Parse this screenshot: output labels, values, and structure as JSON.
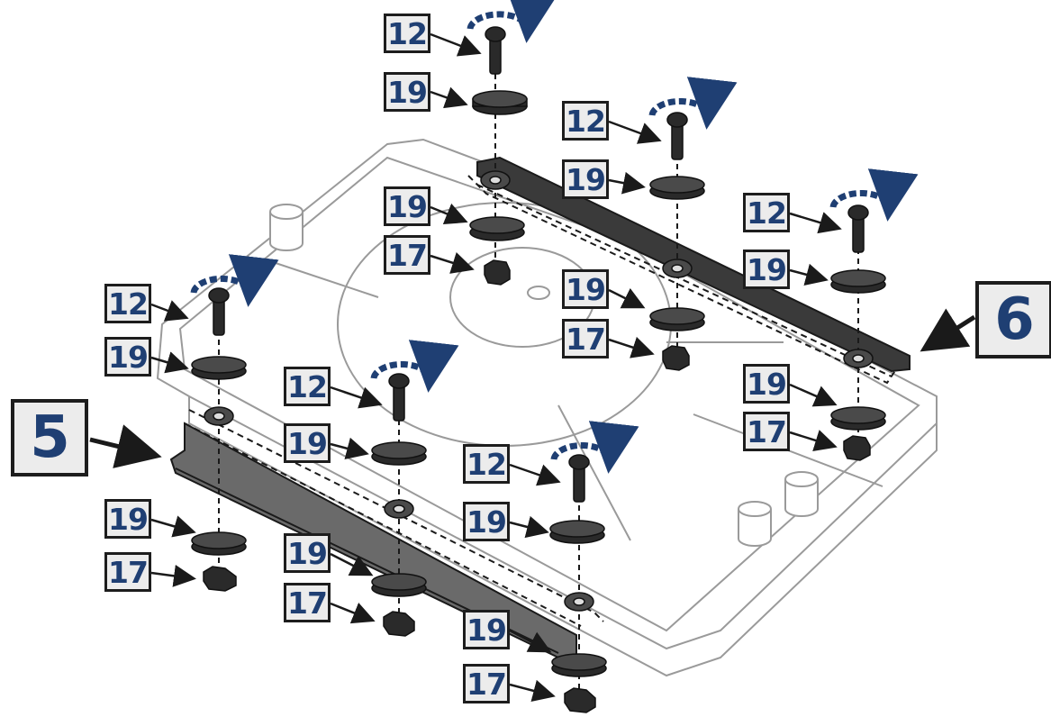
{
  "callouts": {
    "big_left": "5",
    "big_right": "6",
    "screw": "12",
    "washer": "19",
    "nut": "17"
  },
  "colors": {
    "label_text": "#1f3f73",
    "label_bg": "#ececec",
    "arrow_blue": "#1f3f73",
    "part_dark": "#2a2a2a",
    "outline_gray": "#9a9a9a"
  }
}
